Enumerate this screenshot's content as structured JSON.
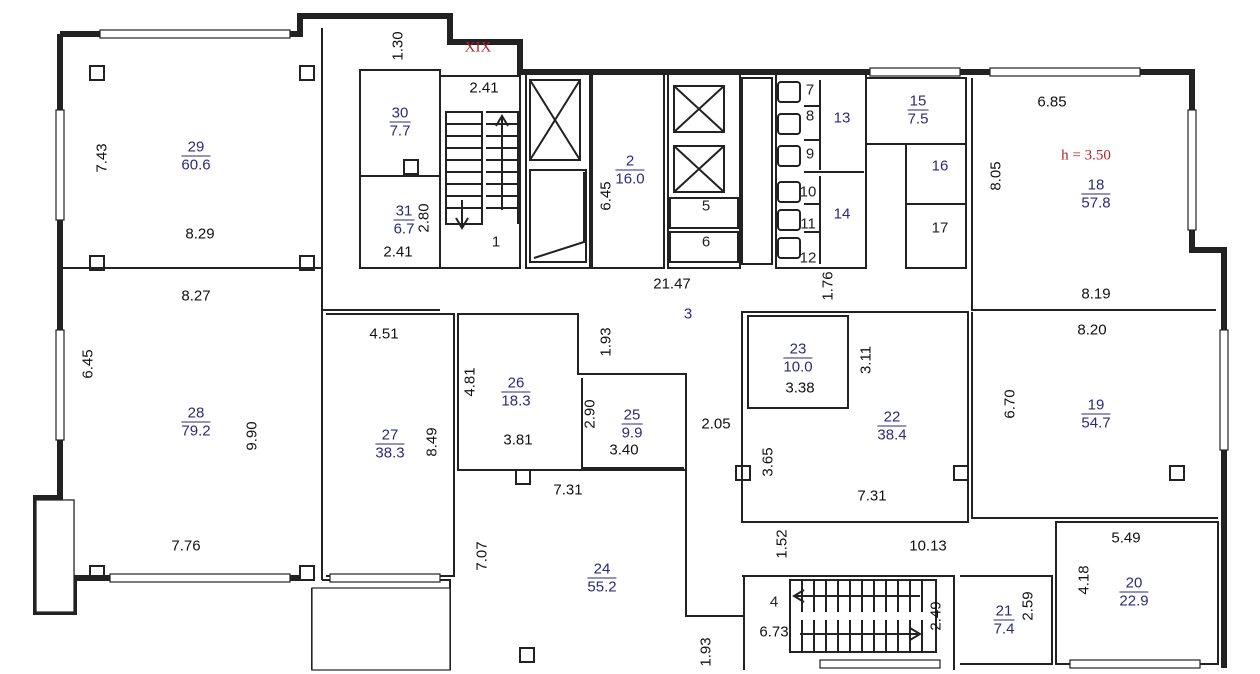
{
  "rooms": [
    {
      "no": "29",
      "area": "60.6"
    },
    {
      "no": "28",
      "area": "79.2"
    },
    {
      "no": "30",
      "area": "7.7"
    },
    {
      "no": "31",
      "area": "6.7"
    },
    {
      "no": "2",
      "area": "16.0"
    },
    {
      "no": "15",
      "area": "7.5"
    },
    {
      "no": "18",
      "area": "57.8"
    },
    {
      "no": "27",
      "area": "38.3"
    },
    {
      "no": "26",
      "area": "18.3"
    },
    {
      "no": "25",
      "area": "9.9"
    },
    {
      "no": "23",
      "area": "10.0"
    },
    {
      "no": "22",
      "area": "38.4"
    },
    {
      "no": "19",
      "area": "54.7"
    },
    {
      "no": "24",
      "area": "55.2"
    },
    {
      "no": "21",
      "area": "7.4"
    },
    {
      "no": "20",
      "area": "22.9"
    }
  ],
  "room_numbers": [
    "1",
    "3",
    "4",
    "5",
    "6",
    "7",
    "8",
    "9",
    "10",
    "11",
    "12",
    "13",
    "14",
    "16",
    "17"
  ],
  "dimensions": [
    "1.30",
    "2.41",
    "7.43",
    "8.29",
    "8.27",
    "2.80",
    "2.41",
    "6.45",
    "21.47",
    "6.85",
    "8.05",
    "8.19",
    "1.76",
    "8.20",
    "4.51",
    "4.81",
    "1.93",
    "2.90",
    "3.81",
    "3.40",
    "2.05",
    "8.49",
    "6.45",
    "9.90",
    "3.11",
    "3.38",
    "3.65",
    "7.31",
    "6.70",
    "7.31",
    "1.52",
    "10.13",
    "5.49",
    "4.18",
    "7.76",
    "7.07",
    "2.49",
    "2.59",
    "6.73",
    "1.93"
  ],
  "annotations": {
    "level_marker": "XIX",
    "height_note": "h = 3.50"
  }
}
